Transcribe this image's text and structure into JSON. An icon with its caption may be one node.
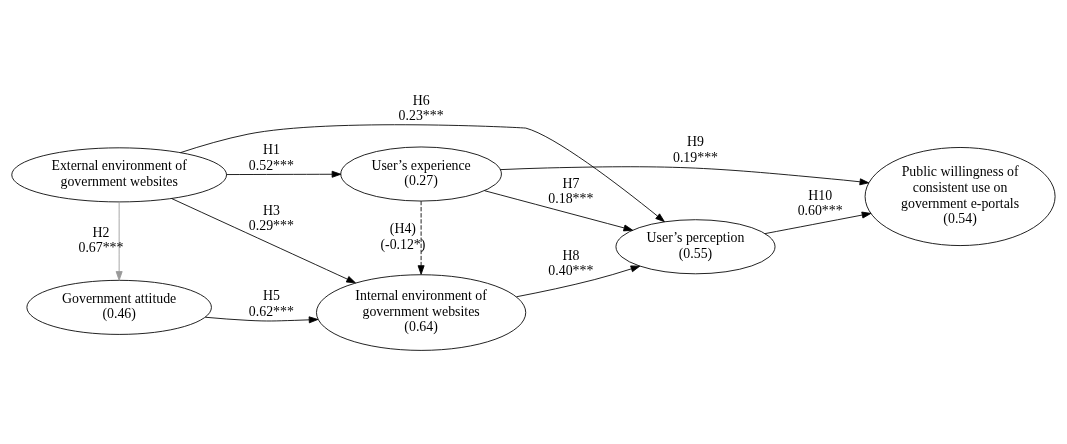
{
  "diagram": {
    "nodes": [
      {
        "text": [
          "External environment of government websites"
        ]
      },
      {
        "text": [
          "User’s experience",
          "(0.27)"
        ]
      },
      {
        "text": [
          "Government attitude",
          "(0.46)"
        ]
      },
      {
        "text": [
          "Internal environment of government websites",
          "(0.64)"
        ]
      },
      {
        "text": [
          "User’s perception",
          "(0.55)"
        ]
      },
      {
        "text": [
          "Public willingness of consistent use on government e-portals",
          "(0.54)"
        ]
      }
    ],
    "edges": [
      {
        "from": 0,
        "to": 1,
        "arrow": "to",
        "label": "H1 0.52***"
      },
      {
        "from": 0,
        "to": 2,
        "arrow": "to",
        "label": "H2 0.67***",
        "color": "#999999"
      },
      {
        "from": 0,
        "to": 3,
        "arrow": "to",
        "label": "H3 0.29***"
      },
      {
        "from": 0,
        "to": 4,
        "arrow": "to",
        "label": "H6 0.23***"
      },
      {
        "from": 1,
        "to": 3,
        "arrow": "to",
        "label": "(H4) (-0.12*)",
        "style": "dashed"
      },
      {
        "from": 1,
        "to": 4,
        "arrow": "to",
        "label": "H7 0.18***"
      },
      {
        "from": 1,
        "to": 5,
        "arrow": "to",
        "label": "H9 0.19***"
      },
      {
        "from": 2,
        "to": 3,
        "arrow": "to",
        "label": "H5 0.62***"
      },
      {
        "from": 3,
        "to": 4,
        "arrow": "to",
        "label": "H8 0.40***"
      },
      {
        "from": 4,
        "to": 5,
        "arrow": "to",
        "label": "H10 0.60***"
      }
    ]
  }
}
